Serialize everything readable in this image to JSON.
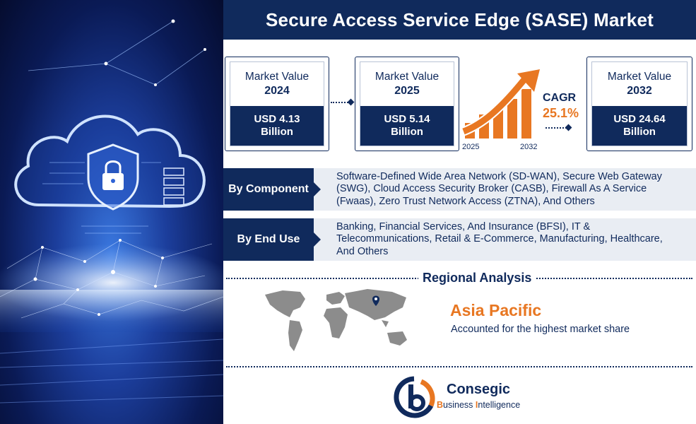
{
  "title": "Secure Access Service Edge (SASE) Market",
  "market_values": [
    {
      "label": "Market Value",
      "year": "2024",
      "value_line1": "USD 4.13",
      "value_line2": "Billion"
    },
    {
      "label": "Market Value",
      "year": "2025",
      "value_line1": "USD 5.14",
      "value_line2": "Billion"
    },
    {
      "label": "Market Value",
      "year": "2032",
      "value_line1": "USD 24.64",
      "value_line2": "Billion"
    }
  ],
  "cagr": {
    "label": "CAGR",
    "value": "25.1%",
    "arrow_text": "CAGR",
    "start_year": "2025",
    "end_year": "2032"
  },
  "segments": [
    {
      "label": "By Component",
      "text": "Software-Defined Wide Area Network (SD-WAN), Secure Web Gateway (SWG), Cloud Access Security Broker (CASB), Firewall As A Service (Fwaas), Zero Trust Network Access (ZTNA), And Others"
    },
    {
      "label": "By End Use",
      "text": "Banking, Financial Services, And Insurance (BFSI), IT & Telecommunications, Retail & E-Commerce, Manufacturing, Healthcare, And Others"
    }
  ],
  "regional": {
    "title": "Regional Analysis",
    "region": "Asia Pacific",
    "description": "Accounted for the highest market share"
  },
  "brand": {
    "name": "Consegic",
    "sub_parts": [
      "B",
      "usiness ",
      "I",
      "ntelligence"
    ]
  },
  "colors": {
    "navy": "#102a5c",
    "orange": "#e87722",
    "segment_bg": "#e9edf3"
  },
  "icons": [
    "cloud-lock-icon",
    "server-icon",
    "location-pin-icon",
    "world-map-icon"
  ]
}
